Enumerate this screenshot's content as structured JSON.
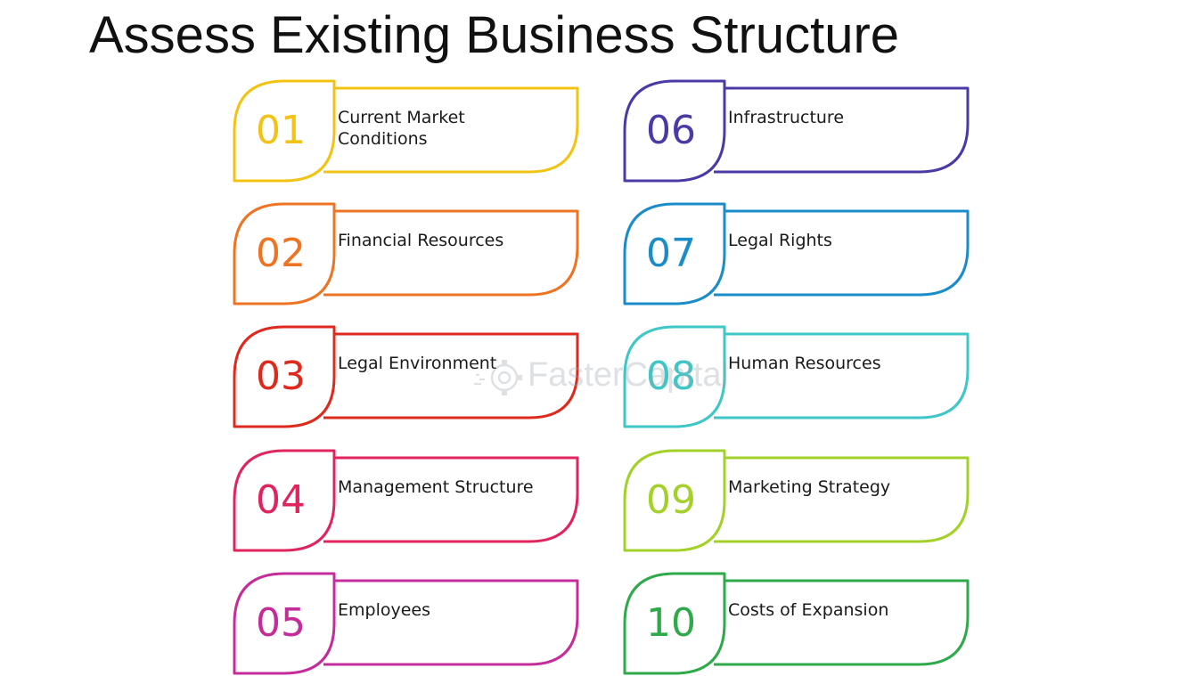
{
  "title": "Assess Existing Business Structure",
  "items": [
    {
      "number": "01",
      "lines": [
        "Current Market",
        "Conditions"
      ],
      "color": "#F2C315"
    },
    {
      "number": "02",
      "lines": [
        "Financial Resources"
      ],
      "color": "#EE7423"
    },
    {
      "number": "03",
      "lines": [
        "Legal Environment"
      ],
      "color": "#DE2A1C"
    },
    {
      "number": "04",
      "lines": [
        "Management Structure"
      ],
      "color": "#E0245E"
    },
    {
      "number": "05",
      "lines": [
        "Employees"
      ],
      "color": "#C42C9A"
    },
    {
      "number": "06",
      "lines": [
        "Infrastructure"
      ],
      "color": "#4B3AA6"
    },
    {
      "number": "07",
      "lines": [
        "Legal Rights"
      ],
      "color": "#1A8CC8"
    },
    {
      "number": "08",
      "lines": [
        "Human Resources"
      ],
      "color": "#3FC6C6"
    },
    {
      "number": "09",
      "lines": [
        "Marketing Strategy"
      ],
      "color": "#A3D12A"
    },
    {
      "number": "10",
      "lines": [
        "Costs of Expansion"
      ],
      "color": "#2EAA4B"
    }
  ],
  "watermark": {
    "text": "FasterCapital",
    "icon": "gear-icon"
  }
}
